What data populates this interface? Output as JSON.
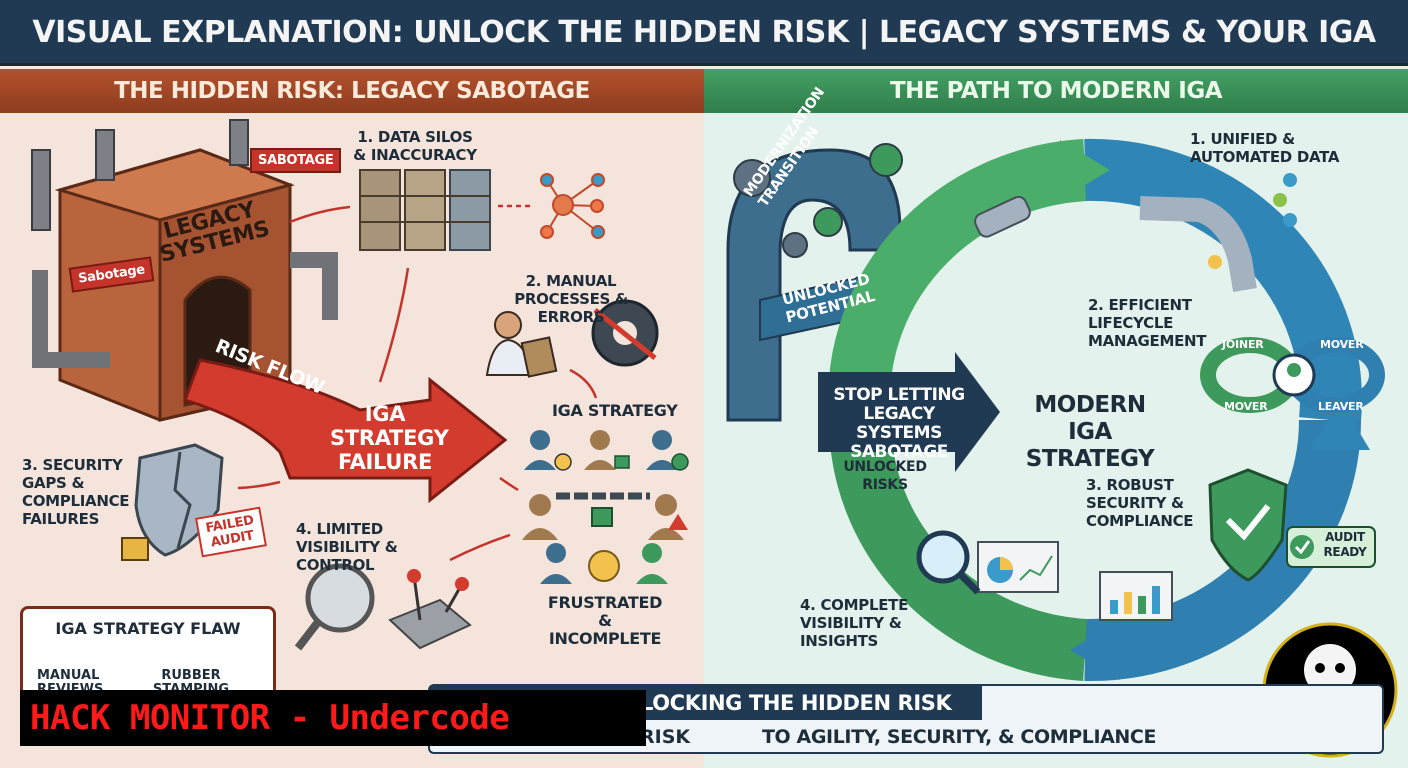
{
  "title": "VISUAL EXPLANATION: UNLOCK THE HIDDEN RISK | LEGACY SYSTEMS & YOUR IGA STRATEGY",
  "left_section": {
    "header": "THE HIDDEN RISK: LEGACY SABOTAGE",
    "legacy_label": "LEGACY SYSTEMS",
    "sabotage_tag": "SABOTAGE",
    "sabotage_tag_left": "Sabotage",
    "risk_flow": "RISK FLOW",
    "failure": "IGA STRATEGY FAILURE",
    "step1": "1. DATA SILOS & INACCURACY",
    "step2": "2. MANUAL PROCESSES & ERRORS",
    "step3": "3. SECURITY GAPS & COMPLIANCE FAILURES",
    "step4": "4. LIMITED VISIBILITY & CONTROL",
    "failed_audit": "FAILED AUDIT",
    "iga_strategy": "IGA STRATEGY",
    "frustrated": "FRUSTRATED & INCOMPLETE",
    "flaw": {
      "title": "IGA STRATEGY FLAW",
      "manual": "MANUAL REVIEWS",
      "rubber": "RUBBER STAMPING"
    }
  },
  "right_section": {
    "header": "THE PATH TO MODERN IGA",
    "transition": "MODERNIZATION TRANSITION",
    "unlocked_potential": "UNLOCKED POTENTIAL",
    "stop": "STOP LETTING LEGACY SYSTEMS SABOTAGE",
    "modern": "MODERN IGA STRATEGY",
    "unlocked_risks": "UNLOCKED RISKS",
    "step1": "1. UNIFIED & AUTOMATED DATA",
    "step2": "2. EFFICIENT LIFECYCLE MANAGEMENT",
    "step3": "3. ROBUST SECURITY & COMPLIANCE",
    "step4": "4. COMPLETE VISIBILITY & INSIGHTS",
    "audit_ready": "AUDIT READY",
    "lifecycle": {
      "joiner": "JOINER",
      "mover_top": "MOVER",
      "mover_bottom": "MOVER",
      "leaver": "LEAVER"
    }
  },
  "banner": {
    "top": "LOCKING THE HIDDEN RISK",
    "bottom_left": "RISK",
    "bottom_right": "TO AGILITY, SECURITY, & COMPLIANCE"
  },
  "watermark": "HACK MONITOR - Undercode",
  "colors": {
    "header_bg": "#1f3a52",
    "risk_red": "#c5342a",
    "modern_green": "#3d9a5c",
    "modern_blue": "#2f7fb0"
  }
}
